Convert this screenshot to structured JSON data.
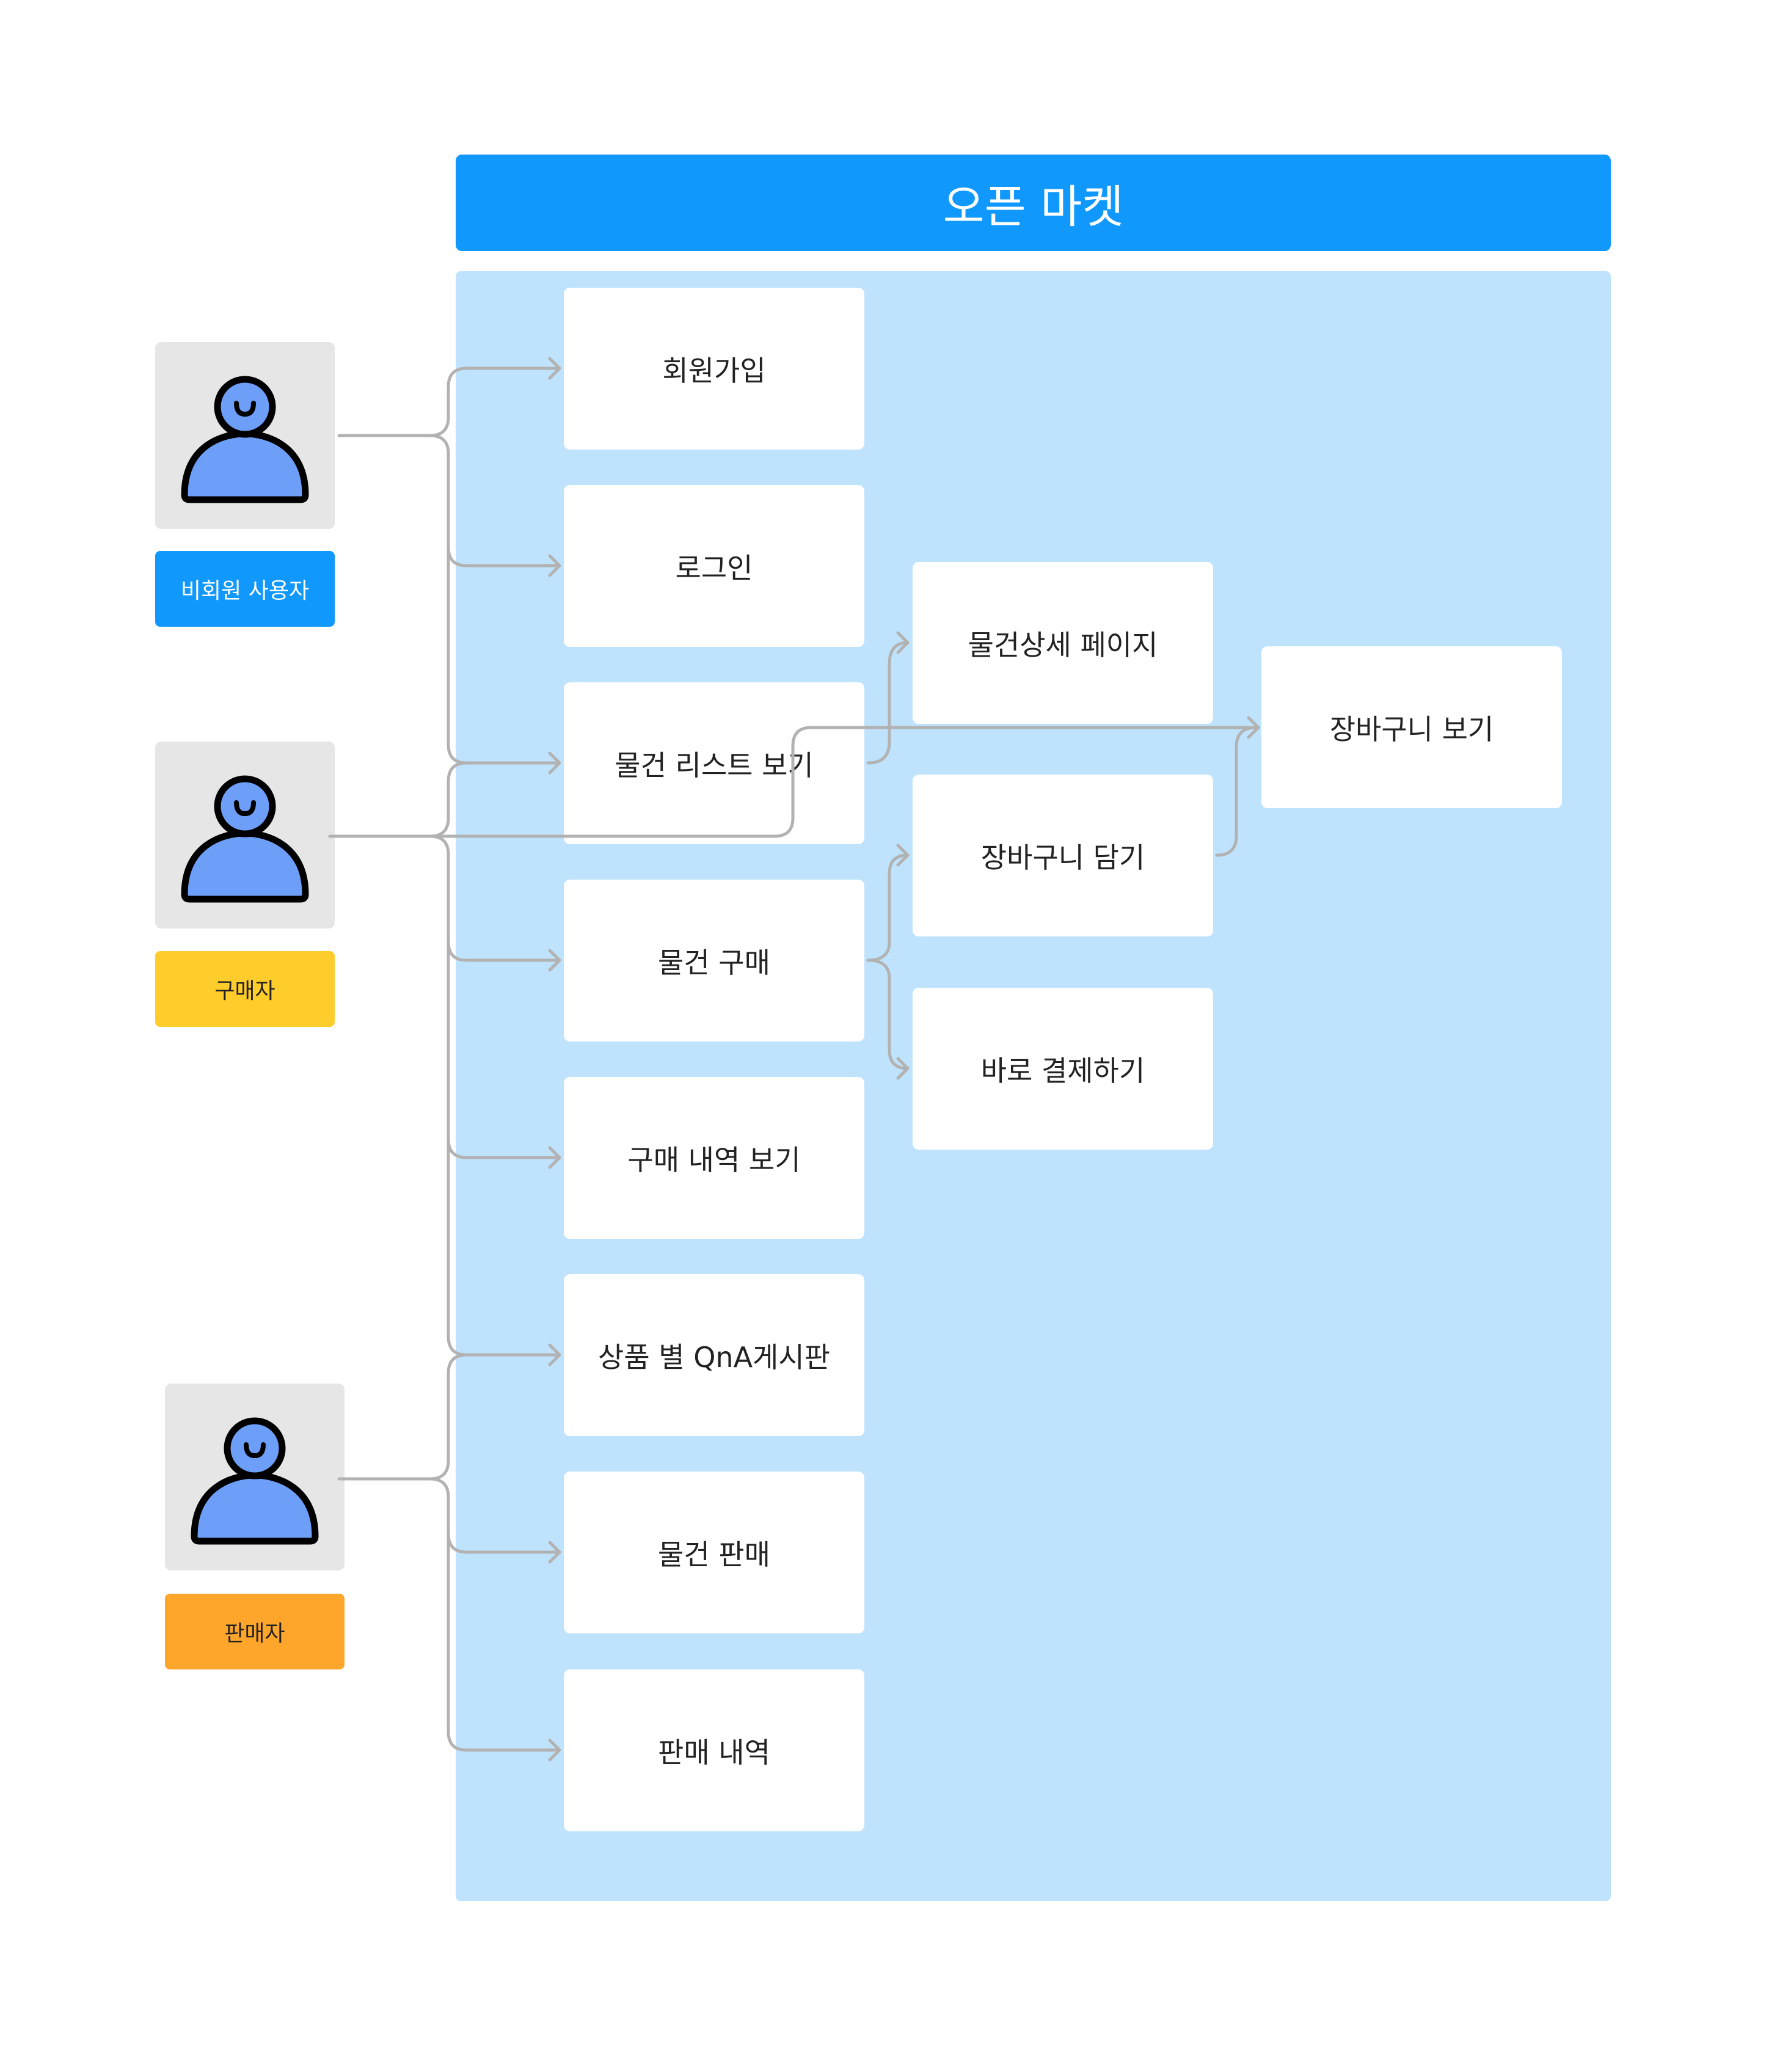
{
  "title": "오픈 마켓",
  "roles": {
    "guest": {
      "label": "비회원 사용자",
      "color": "#1098fc",
      "text_color": "#ffffff"
    },
    "buyer": {
      "label": "구매자",
      "color": "#fecd2c",
      "text_color": "#222222"
    },
    "seller": {
      "label": "판매자",
      "color": "#fea62c",
      "text_color": "#222222"
    }
  },
  "actor_icon": "person-icon",
  "features": {
    "signup": "회원가입",
    "login": "로그인",
    "item_list": "물건 리스트 보기",
    "purchase": "물건 구매",
    "purchase_history": "구매 내역 보기",
    "qna_board": "상품 별 QnA게시판",
    "sell": "물건 판매",
    "sales_history": "판매 내역",
    "item_detail": "물건상세 페이지",
    "add_to_cart": "장바구니 담기",
    "buy_now": "바로 결제하기",
    "view_cart": "장바구니 보기"
  },
  "colors": {
    "title_bar": "#1098fc",
    "panel": "#bfe3fd",
    "card": "#ffffff",
    "connector": "#b2b2b2",
    "avatar_fill": "#6d9ff8"
  }
}
